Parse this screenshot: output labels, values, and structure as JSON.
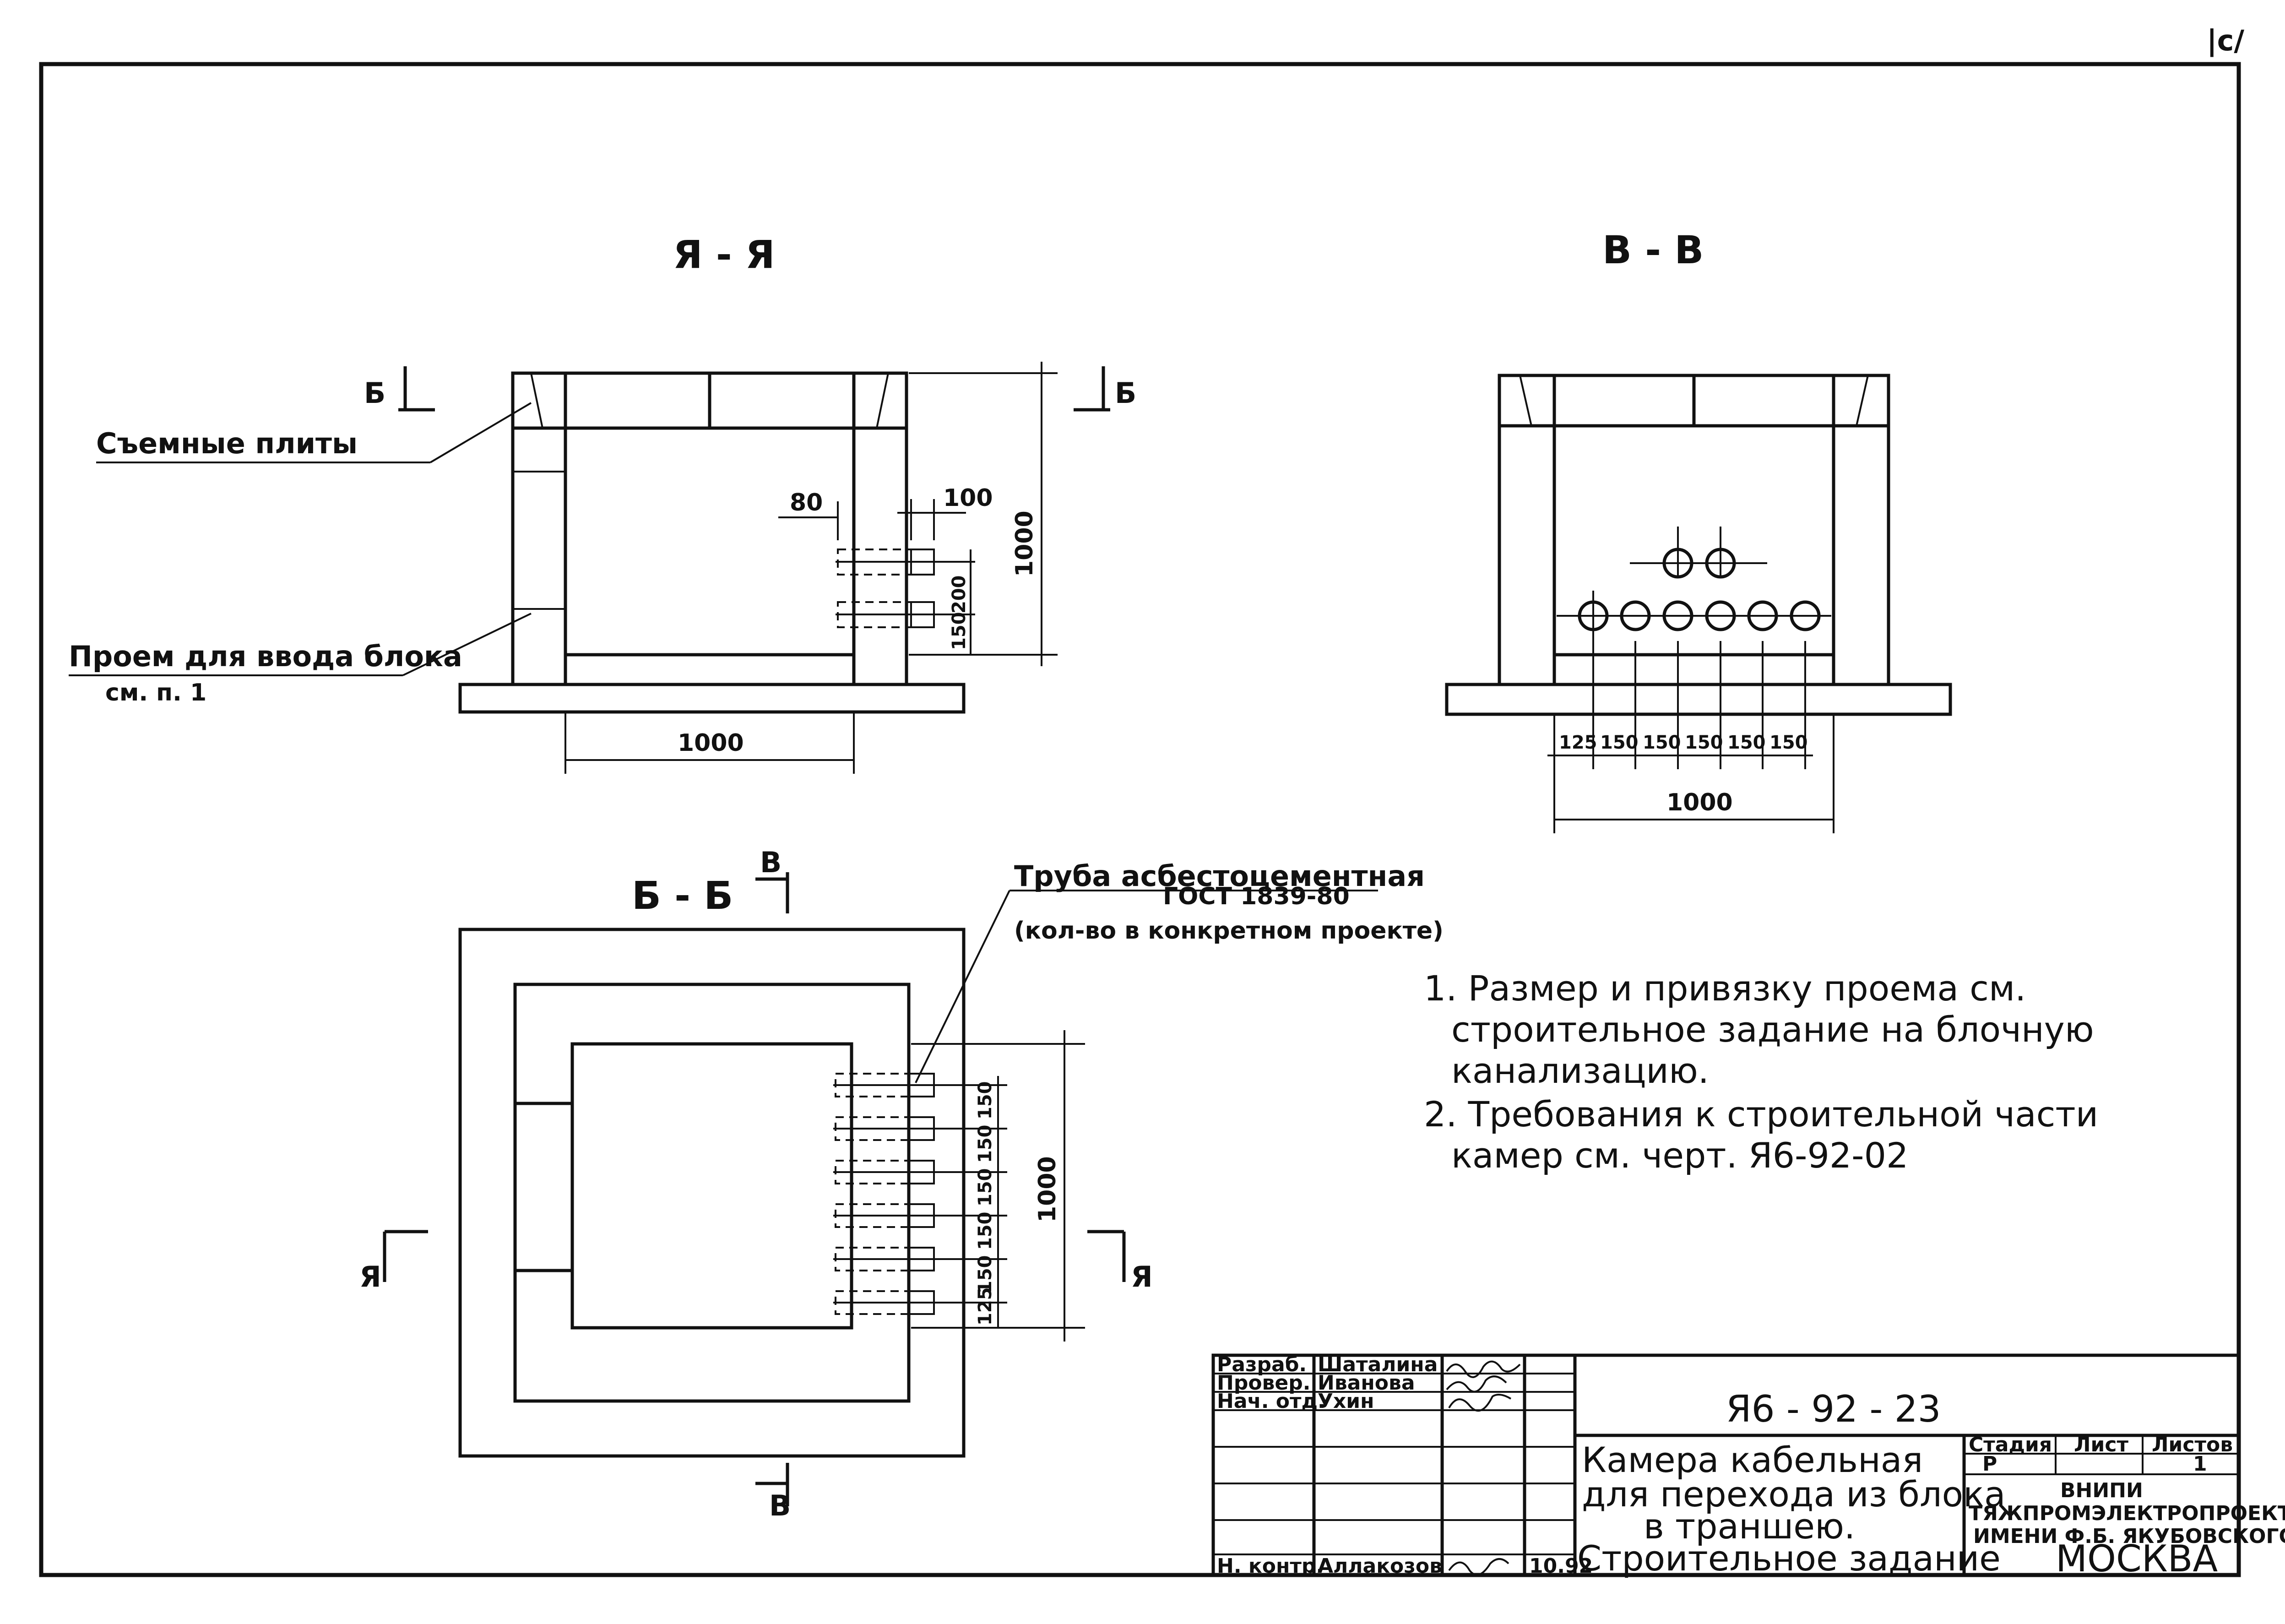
{
  "sheet": {
    "corner_mark": "|c/",
    "views": {
      "aa": {
        "title": "Я - Я",
        "cut_left": "Б",
        "cut_right": "Б"
      },
      "vv": {
        "title": "В - В"
      },
      "bb": {
        "title": "Б - Б",
        "cut_top": "В",
        "cut_bottom": "В",
        "cut_left": "Я",
        "cut_right": "Я"
      }
    },
    "labels": {
      "removable_slabs": "Съемные плиты",
      "opening": "Проем для ввода блока",
      "opening_ref": "см. п. 1",
      "pipe": "Труба асбестоцементная",
      "pipe_gost": "ГОСТ 1839-80",
      "pipe_qty": "(кол-во в конкретном проекте)"
    },
    "dims": {
      "aa_width": "1000",
      "aa_height": "1000",
      "aa_80": "80",
      "aa_100": "100",
      "aa_200": "200",
      "aa_150": "150",
      "vv_width": "1000",
      "vv_spacing": [
        "125",
        "150",
        "150",
        "150",
        "150",
        "150"
      ],
      "bb_height": "1000",
      "bb_spacing": [
        "125",
        "150",
        "150",
        "150",
        "150",
        "150"
      ]
    },
    "notes": [
      "1. Размер и привязку проема см.",
      "строительное задание на блочную",
      "канализацию.",
      "2. Требования к строительной части",
      "камер см. черт. Я6-92-02"
    ],
    "title_block": {
      "rows": [
        {
          "role": "Разраб.",
          "name": "Шаталина"
        },
        {
          "role": "Провер.",
          "name": "Иванова"
        },
        {
          "role": "Нач. отд.",
          "name": "Ухин"
        },
        {
          "role": "",
          "name": ""
        },
        {
          "role": "",
          "name": ""
        },
        {
          "role": "Н. контр.",
          "name": "Аллакозов"
        }
      ],
      "date": "10.92",
      "doc_code": "Я6 - 92 - 23",
      "name_lines": [
        "Камера кабельная",
        "для перехода из блока",
        "в траншею.",
        "Строительное задание"
      ],
      "stage_header": "Стадия",
      "sheet_header": "Лист",
      "sheets_header": "Листов",
      "stage": "Р",
      "sheets": "1",
      "org_lines": [
        "ВНИПИ",
        "ТЯЖПРОМЭЛЕКТРОПРОЕКТ",
        "ИМЕНИ Ф.Б. ЯКУБОВСКОГО",
        "МОСКВА"
      ]
    }
  }
}
